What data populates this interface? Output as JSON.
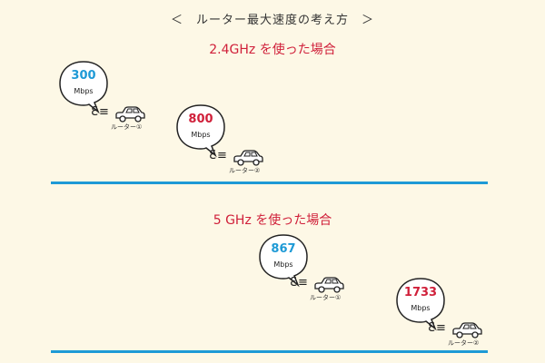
{
  "title": "＜　ルーター最大速度の考え方　＞",
  "colors": {
    "accent_red": "#d0203a",
    "accent_blue": "#1e9ad6",
    "background": "#fdf8e6"
  },
  "sections": [
    {
      "heading": "2.4GHz を使った場合",
      "routers": [
        {
          "speed": "300",
          "unit": "Mbps",
          "speed_color": "#1e9ad6",
          "car_label": "ルーター①",
          "speed_marks": "Ɛ≡"
        },
        {
          "speed": "800",
          "unit": "Mbps",
          "speed_color": "#d0203a",
          "car_label": "ルーター②",
          "speed_marks": "Ɛ≡"
        }
      ]
    },
    {
      "heading": "5 GHz を使った場合",
      "routers": [
        {
          "speed": "867",
          "unit": "Mbps",
          "speed_color": "#1e9ad6",
          "car_label": "ルーター①",
          "speed_marks": "Ɛ≡"
        },
        {
          "speed": "1733",
          "unit": "Mbps",
          "speed_color": "#d0203a",
          "car_label": "ルーター②",
          "speed_marks": "Ɛ≡"
        }
      ]
    }
  ]
}
